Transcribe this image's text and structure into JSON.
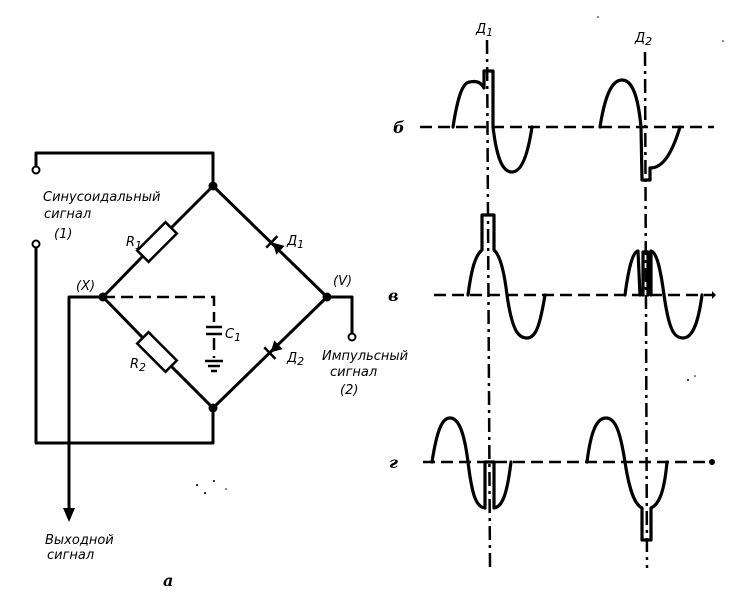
{
  "circuit": {
    "input1_label_line1": "Синусоидальный",
    "input1_label_line2": "сигнал",
    "input1_number": "(1)",
    "input2_label_line1": "Импульсный",
    "input2_label_line2": "сигнал",
    "input2_number": "(2)",
    "output_label_line1": "Выходной",
    "output_label_line2": "сигнал",
    "node_x": "(X)",
    "node_v": "(V)",
    "r1": {
      "letter": "R",
      "sub": "1"
    },
    "r2": {
      "letter": "R",
      "sub": "2"
    },
    "c1": {
      "letter": "C",
      "sub": "1"
    },
    "d1": {
      "letter": "Д",
      "sub": "1"
    },
    "d2": {
      "letter": "Д",
      "sub": "2"
    },
    "figure_label": "а"
  },
  "waveforms": {
    "marker1": {
      "letter": "Д",
      "sub": "1"
    },
    "marker2": {
      "letter": "Д",
      "sub": "2"
    },
    "rows": [
      {
        "label": "б"
      },
      {
        "label": "в"
      },
      {
        "label": "г"
      }
    ]
  }
}
